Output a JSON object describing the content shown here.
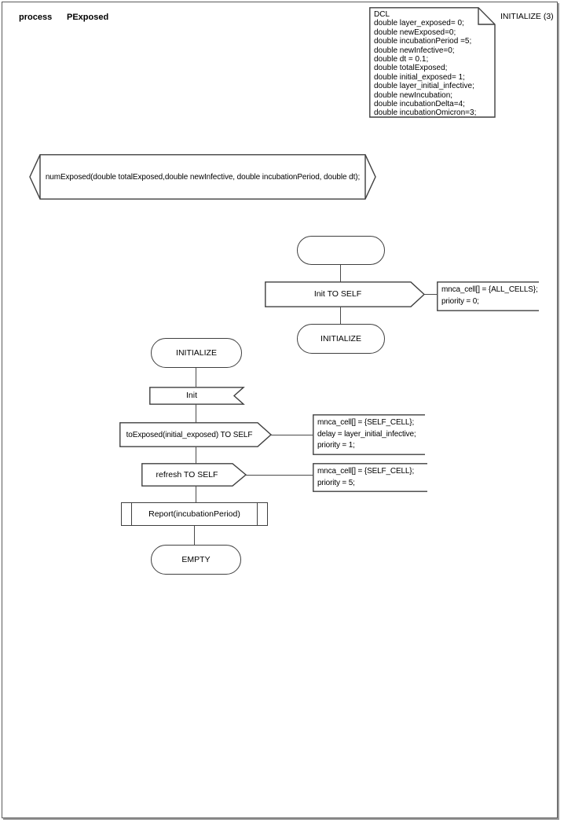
{
  "header": {
    "kind_label": "process",
    "process_name": "PExposed",
    "page_label": "INITIALIZE (3)"
  },
  "colors": {
    "shape_stroke": "#3f3f3f",
    "flow_line": "#4a4a4a",
    "text": "#000000",
    "page_border": "#5a5a5a",
    "background": "#ffffff"
  },
  "declarations": {
    "text": "DCL\ndouble layer_exposed= 0;\ndouble newExposed=0;\ndouble incubationPeriod =5;\ndouble newInfective=0;\ndouble dt = 0.1;\ndouble totalExposed;\ndouble initial_exposed= 1;\ndouble layer_initial_infective;\ndouble newIncubation;\ndouble incubationDelta=4;\ndouble incubationOmicron=3;"
  },
  "procedure_declaration": {
    "text": "numExposed(double totalExposed,double newInfective, double incubationPeriod, double dt);"
  },
  "start_flow": {
    "output_label": "Init TO SELF",
    "output_comment": "mnca_cell[] = {ALL_CELLS};\npriority = 0;",
    "next_state": "INITIALIZE"
  },
  "initialize_flow": {
    "state_label": "INITIALIZE",
    "input_label": "Init",
    "output1_label": "toExposed(initial_exposed) TO SELF",
    "output1_comment": "mnca_cell[] = {SELF_CELL};\ndelay = layer_initial_infective;\npriority = 1;",
    "output2_label": "refresh TO SELF",
    "output2_comment": "mnca_cell[] = {SELF_CELL};\npriority = 5;",
    "procedure_call_label": "Report(incubationPeriod)",
    "next_state": "EMPTY"
  }
}
